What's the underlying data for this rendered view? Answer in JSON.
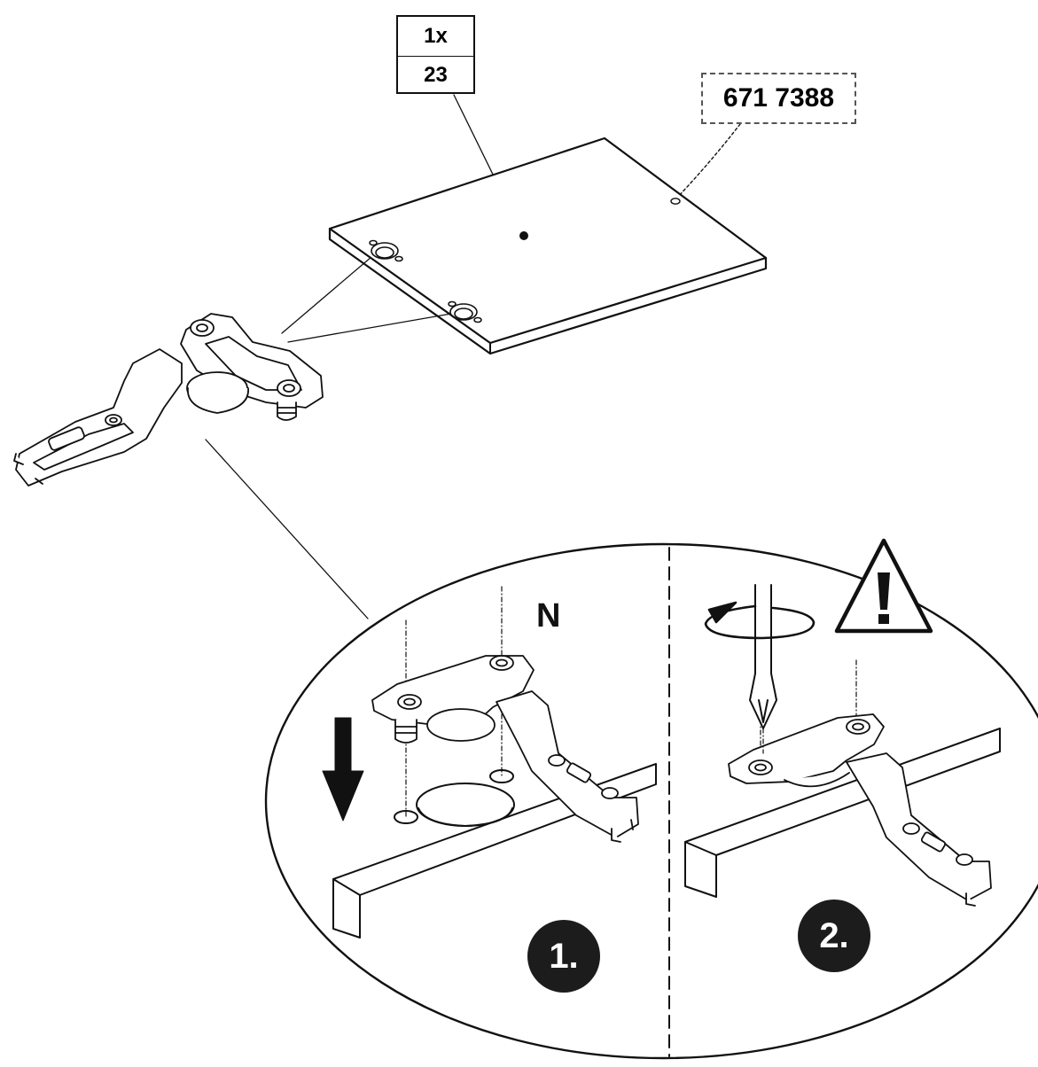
{
  "labels": {
    "quantity": "1x",
    "part_ref": "23",
    "hardware_code": "671 7388",
    "hinge_type": "N",
    "step_1": "1.",
    "step_2": "2."
  },
  "icons": [
    "warning-triangle-icon",
    "rotate-arrow-icon",
    "down-arrow-icon",
    "screwdriver-icon",
    "hinge-icon"
  ],
  "colors": {
    "ink": "#111111",
    "step_badge": "#1c1c1c",
    "paper": "#ffffff"
  }
}
